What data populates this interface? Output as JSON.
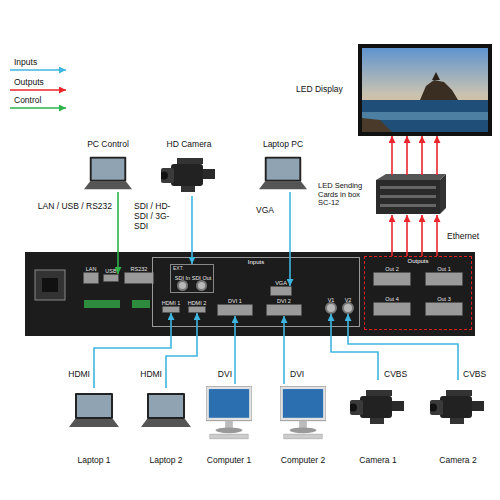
{
  "diagram": {
    "nodes": [
      {
        "text": [
          "LED Display"
        ]
      },
      {
        "text": [
          "PC Control"
        ]
      },
      {
        "text": [
          "HD Camera"
        ]
      },
      {
        "text": [
          "Laptop PC"
        ]
      },
      {
        "text": [
          "LED Sending Cards in box SC-12"
        ]
      },
      {
        "text": [
          "LAN"
        ]
      },
      {
        "text": [
          "USB"
        ]
      },
      {
        "text": [
          "RS232"
        ]
      },
      {
        "text": [
          "Inputs"
        ]
      },
      {
        "text": [
          "EXT."
        ],
        "in": 8
      },
      {
        "text": [
          "SDI In"
        ],
        "in": 9
      },
      {
        "text": [
          "SDI Out"
        ],
        "in": 9
      },
      {
        "text": [
          "HDMI 1"
        ],
        "in": 8
      },
      {
        "text": [
          "HDMI 2"
        ],
        "in": 8
      },
      {
        "text": [
          "DVI 1"
        ],
        "in": 8
      },
      {
        "text": [
          "VGA"
        ],
        "in": 8
      },
      {
        "text": [
          "DVI 2"
        ],
        "in": 8
      },
      {
        "text": [
          "V1"
        ],
        "in": 8
      },
      {
        "text": [
          "V2"
        ],
        "in": 8
      },
      {
        "text": [
          "Outputs"
        ]
      },
      {
        "text": [
          "Out 2"
        ],
        "in": 19
      },
      {
        "text": [
          "Out 1"
        ],
        "in": 19
      },
      {
        "text": [
          "Out 4"
        ],
        "in": 19
      },
      {
        "text": [
          "Out 3"
        ],
        "in": 19
      },
      {
        "text": [
          "Laptop 1"
        ]
      },
      {
        "text": [
          "Laptop 2"
        ]
      },
      {
        "text": [
          "Computer 1"
        ]
      },
      {
        "text": [
          "Computer 2"
        ]
      },
      {
        "text": [
          "Camera 1"
        ]
      },
      {
        "text": [
          "Camera 2"
        ]
      }
    ],
    "edges": [
      {
        "from": 1,
        "to": 6,
        "label": "LAN / USB / RS232",
        "arrow": "to"
      },
      {
        "from": 2,
        "to": 9,
        "label": "SDI / HD-SDI / 3G-SDI",
        "arrow": "to"
      },
      {
        "from": 3,
        "to": 15,
        "label": "VGA",
        "arrow": "to"
      },
      {
        "from": 19,
        "to": 4,
        "arrow": "to"
      },
      {
        "from": 19,
        "to": 4,
        "arrow": "to"
      },
      {
        "from": 19,
        "to": 4,
        "arrow": "to"
      },
      {
        "from": 19,
        "to": 4,
        "arrow": "to"
      },
      {
        "from": 4,
        "to": 0,
        "arrow": "to"
      },
      {
        "from": 4,
        "to": 0,
        "arrow": "to"
      },
      {
        "from": 4,
        "to": 0,
        "arrow": "to"
      },
      {
        "from": 4,
        "to": 0,
        "arrow": "to"
      },
      {
        "from": 24,
        "to": 12,
        "label": "HDMI",
        "arrow": "to"
      },
      {
        "from": 25,
        "to": 13,
        "label": "HDMI",
        "arrow": "to"
      },
      {
        "from": 26,
        "to": 14,
        "label": "DVI",
        "arrow": "to"
      },
      {
        "from": 27,
        "to": 16,
        "label": "DVI",
        "arrow": "to"
      },
      {
        "from": 28,
        "to": 17,
        "label": "CVBS",
        "arrow": "to"
      },
      {
        "from": 29,
        "to": 18,
        "label": "CVBS",
        "arrow": "to"
      }
    ],
    "labels": [
      "Ethernet"
    ],
    "legend": [
      {
        "text": "Inputs"
      },
      {
        "text": "Outputs"
      },
      {
        "text": "Control"
      }
    ]
  }
}
